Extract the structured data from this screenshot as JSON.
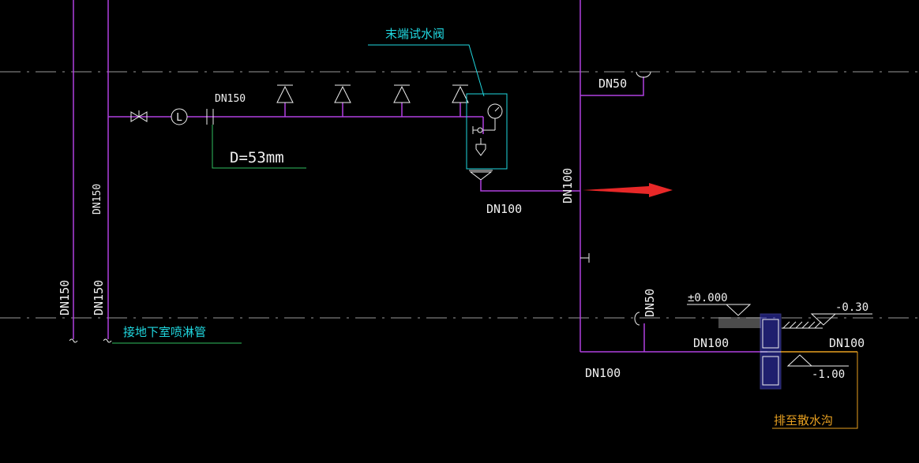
{
  "colors": {
    "background": "#000000",
    "pipe": "#b040e0",
    "annotation_cyan": "#20d8e0",
    "leader_green": "#30c060",
    "label_white": "#f0f0f0",
    "grid_dash": "#9a9a9a",
    "drain_orange": "#e8a020",
    "arrow_red": "#e82828",
    "wall_blue": "#6060e0"
  },
  "labels": {
    "end_test_valve": "末端试水阀",
    "dn150_branch": "DN150",
    "d53": "D=53mm",
    "dn50_top": "DN50",
    "dn100_riser": "DN100",
    "dn100_outlet": "DN100",
    "dn150_vertical_mid": "DN150",
    "dn150_vertical_left": "DN150",
    "dn150_vertical_right": "DN150",
    "connect_basement": "接地下室喷淋管",
    "elev_zero": "±0.000",
    "dn50_bottom": "DN50",
    "dn100_bottom_left": "DN100",
    "dn100_bottom_right": "DN100",
    "dn100_base": "DN100",
    "elev_030": "-0.30",
    "elev_100": "-1.00",
    "drain_to_ditch": "排至散水沟"
  }
}
